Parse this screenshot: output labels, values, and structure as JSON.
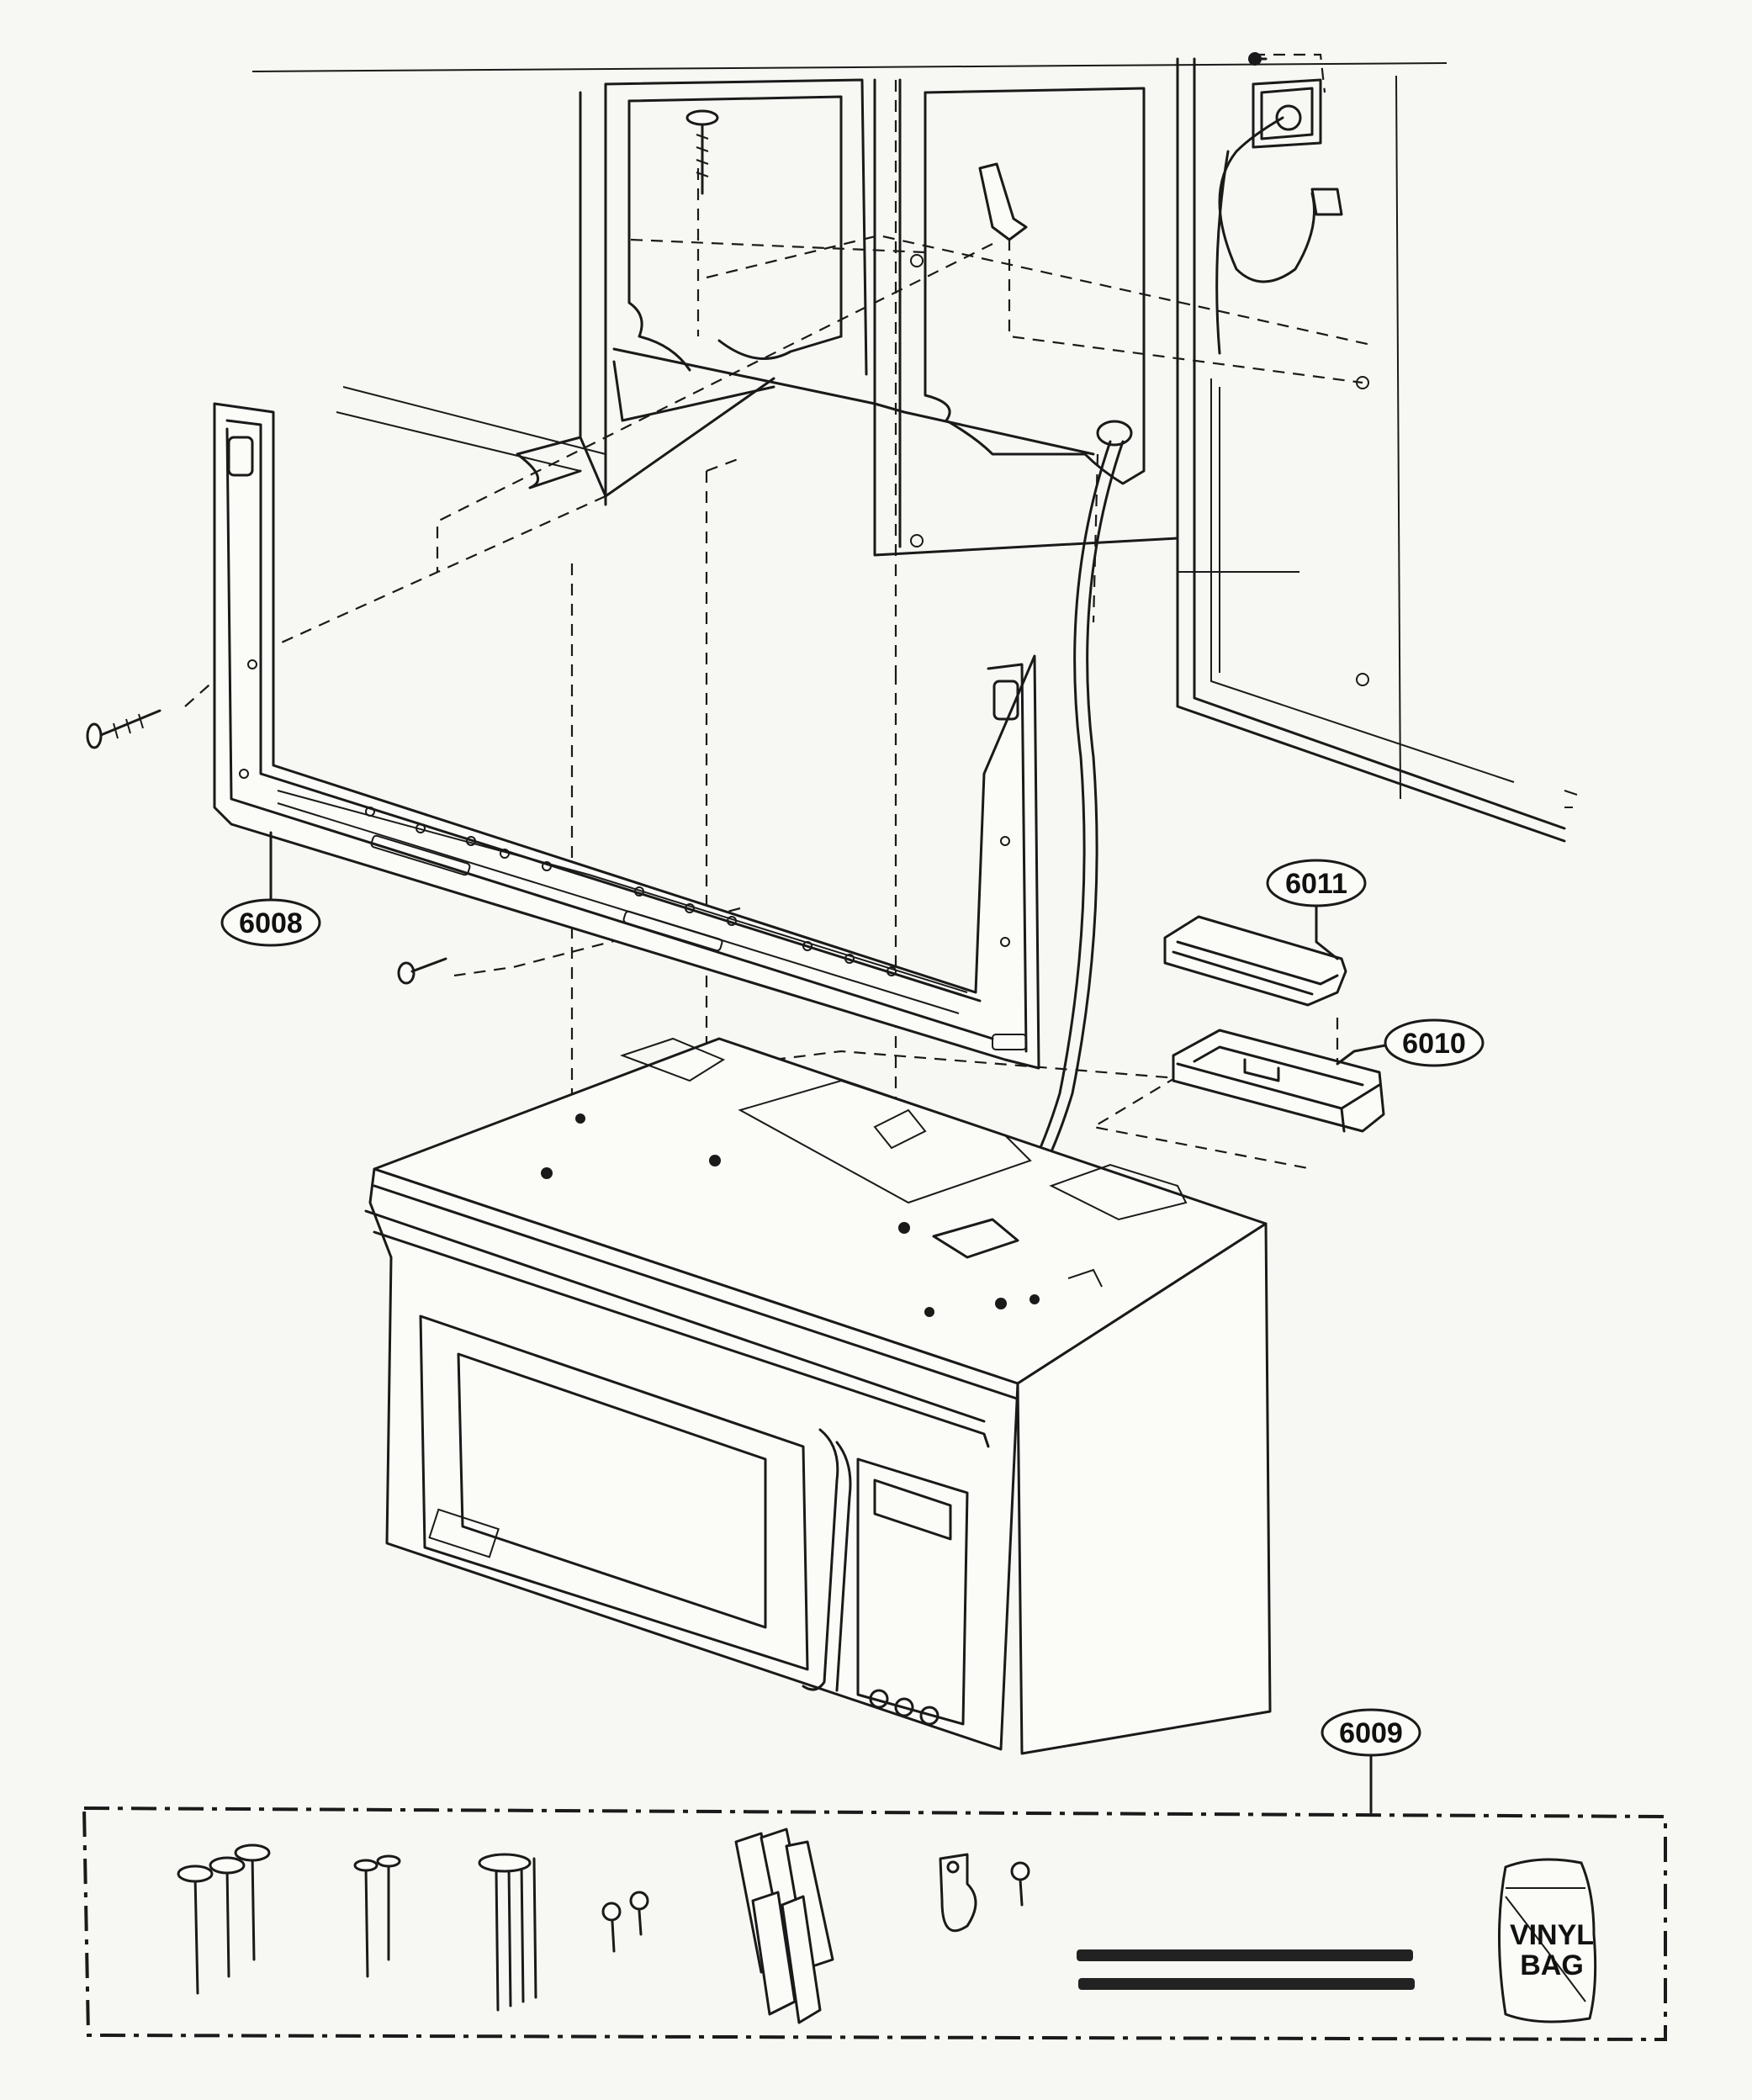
{
  "callouts": {
    "bracket": "6008",
    "install_kit": "6009",
    "damper_box": "6010",
    "damper_plate": "6011"
  },
  "bag_label": {
    "line1": "VINYL",
    "line2": "BAG"
  }
}
